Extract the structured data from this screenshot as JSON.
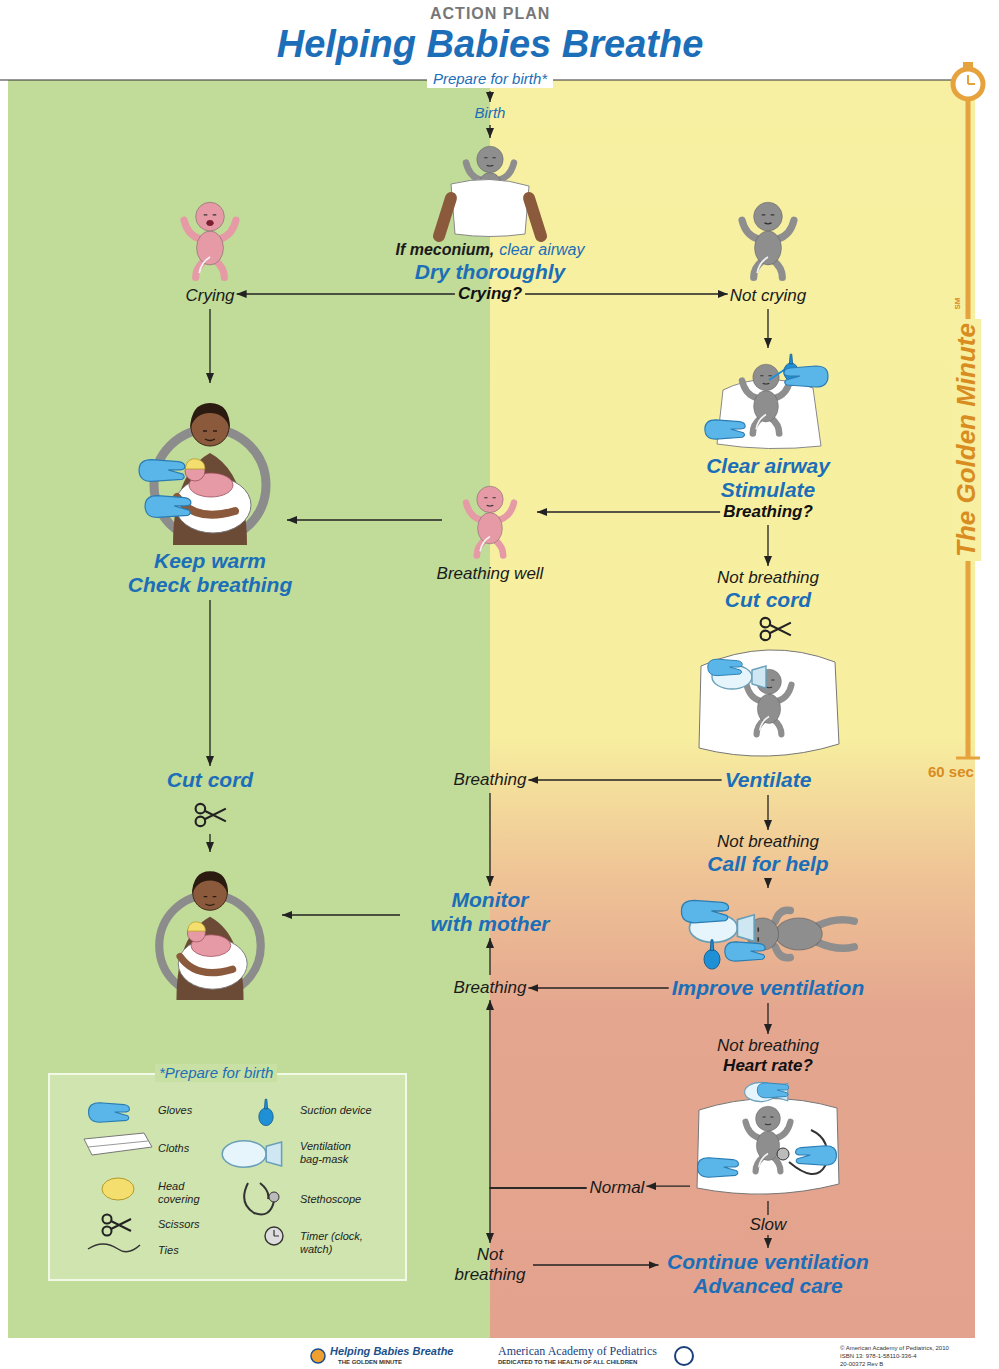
{
  "diagram": {
    "title": "Helping Babies Breathe",
    "nodes": [
      {
        "text": [
          "Prepare for birth*"
        ]
      },
      {
        "text": [
          "Birth"
        ]
      },
      {
        "text": [
          "If meconium,",
          "clear airway",
          "Dry thoroughly",
          "Crying?"
        ]
      },
      {
        "text": [
          "Crying"
        ]
      },
      {
        "text": [
          "Not crying"
        ]
      },
      {
        "text": [
          "Clear airway Stimulate",
          "Breathing?"
        ]
      },
      {
        "text": [
          "Breathing well"
        ]
      },
      {
        "text": [
          "Keep warm Check breathing"
        ]
      },
      {
        "text": [
          "Not breathing",
          "Cut cord"
        ]
      },
      {
        "text": [
          "Ventilate"
        ]
      },
      {
        "text": [
          "Breathing"
        ]
      },
      {
        "text": [
          "Cut cord"
        ]
      },
      {
        "text": [
          "Not breathing",
          "Call for help"
        ]
      },
      {
        "text": [
          "Improve ventilation"
        ]
      },
      {
        "text": [
          "Monitor with mother"
        ]
      },
      {
        "text": [
          "Breathing"
        ]
      },
      {
        "text": [
          "Not breathing",
          "Heart rate?"
        ]
      },
      {
        "text": [
          "Normal"
        ]
      },
      {
        "text": [
          "Not breathing"
        ]
      },
      {
        "text": [
          "Continue ventilation Advanced care"
        ]
      }
    ],
    "edges": [
      {
        "from": 0,
        "to": 1,
        "arrow": "to"
      },
      {
        "from": 1,
        "to": 2,
        "arrow": "to"
      },
      {
        "from": 2,
        "to": 3,
        "arrow": "to"
      },
      {
        "from": 2,
        "to": 4,
        "arrow": "to"
      },
      {
        "from": 3,
        "to": 7,
        "arrow": "to"
      },
      {
        "from": 4,
        "to": 5,
        "arrow": "to"
      },
      {
        "from": 5,
        "to": 6,
        "arrow": "to"
      },
      {
        "from": 6,
        "to": 7,
        "arrow": "to"
      },
      {
        "from": 5,
        "to": 8,
        "arrow": "to"
      },
      {
        "from": 7,
        "to": 11,
        "arrow": "to"
      },
      {
        "from": 9,
        "to": 10,
        "arrow": "to"
      },
      {
        "from": 9,
        "to": 12,
        "arrow": "to"
      },
      {
        "from": 10,
        "to": 14,
        "arrow": "to"
      },
      {
        "from": 12,
        "to": 13,
        "arrow": "to"
      },
      {
        "from": 13,
        "to": 15,
        "arrow": "to"
      },
      {
        "from": 15,
        "to": 14,
        "arrow": "to"
      },
      {
        "from": 13,
        "to": 16,
        "arrow": "to"
      },
      {
        "from": 16,
        "to": 17,
        "arrow": "to"
      },
      {
        "from": 17,
        "to": 15,
        "arrow": "to"
      },
      {
        "from": 17,
        "to": 18,
        "arrow": "to"
      },
      {
        "from": 18,
        "to": 19,
        "arrow": "to"
      },
      {
        "from": 16,
        "to": 19,
        "label": "Slow",
        "arrow": "to"
      }
    ],
    "labels": [
      "ACTION PLAN",
      "The Golden Minute",
      "SM",
      "60 sec",
      "*Prepare for birth",
      "Helping Babies Breathe",
      "THE GOLDEN MINUTE",
      "American Academy of Pediatrics",
      "DEDICATED TO THE HEALTH OF ALL CHILDREN",
      "© American Academy of Pediatrics, 2010",
      "ISBN 13: 978-1-58110-336-4",
      "20-00372 Rev B"
    ],
    "legend": [
      {
        "text": "Gloves"
      },
      {
        "text": "Suction device"
      },
      {
        "text": "Cloths"
      },
      {
        "text": "Ventilation bag-mask"
      },
      {
        "text": "Head covering"
      },
      {
        "text": "Stethoscope"
      },
      {
        "text": "Scissors"
      },
      {
        "text": "Ties"
      },
      {
        "text": "Timer (clock, watch)"
      }
    ]
  }
}
